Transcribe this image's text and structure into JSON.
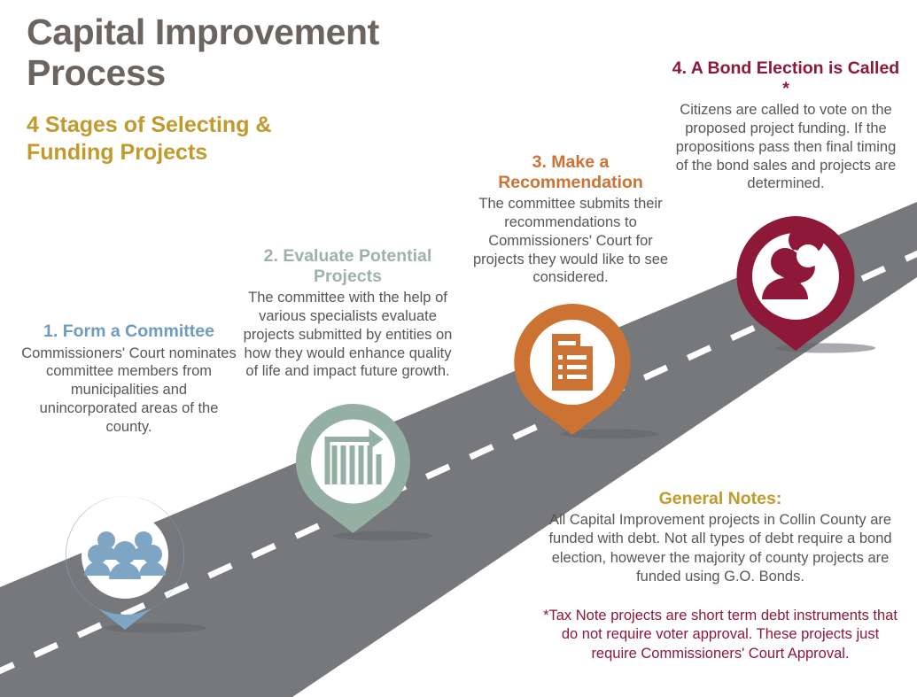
{
  "title": {
    "main_line1": "Capital Improvement",
    "main_line2": "Process",
    "sub_line1": "4 Stages of Selecting &",
    "sub_line2": "Funding Projects"
  },
  "colors": {
    "title_gray": "#6B645F",
    "gold": "#C29A2B",
    "stage1_blue": "#7EA6C4",
    "stage2_green": "#94B0A5",
    "stage3_orange": "#CC7232",
    "stage4_maroon": "#8E1838",
    "road_gray": "#77787B",
    "body_text": "#5A5652",
    "dash_white": "#FFFFFF"
  },
  "stages": [
    {
      "number": "1",
      "heading": "1. Form a Committee",
      "body": "Commissioners' Court nominates committee members from municipalities and unincorporated areas of the county.",
      "color": "#7EA6C4",
      "icon": "people-group-icon"
    },
    {
      "number": "2",
      "heading": "2. Evaluate Potential Projects",
      "body": "The committee with the help of various specialists evaluate projects submitted by entities on how they would enhance quality of life and impact future growth.",
      "color": "#94B0A5",
      "icon": "bar-chart-arrow-icon"
    },
    {
      "number": "3",
      "heading": "3. Make a Recommendation",
      "body": "The committee submits their recommendations to Commissioners' Court for projects they would like to see considered.",
      "color": "#CC7232",
      "icon": "document-list-icon"
    },
    {
      "number": "4",
      "heading": "4. A Bond Election is Called *",
      "body": "Citizens are called to vote on the proposed project funding. If the propositions pass then final timing of the bond sales and projects are determined.",
      "color": "#8E1838",
      "icon": "person-speech-bubble-icon"
    }
  ],
  "notes": {
    "title": "General Notes:",
    "body": "All Capital Improvement projects in Collin County are funded with debt.  Not all types of debt require a bond election, however the majority of county projects are funded using G.O. Bonds.",
    "footnote": "*Tax Note projects are short term debt instruments that do not require voter approval.  These projects just require Commissioners' Court Approval."
  }
}
